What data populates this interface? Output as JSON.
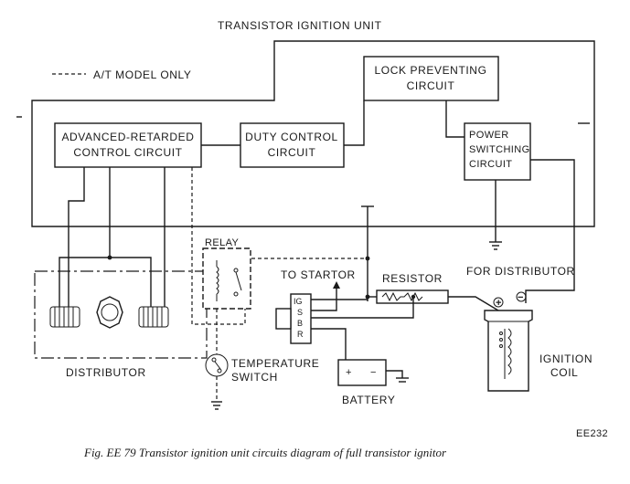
{
  "diagram": {
    "unit_title": "TRANSISTOR IGNITION UNIT",
    "legend_text": "A/T MODEL ONLY",
    "blocks": {
      "lock_preventing": [
        "LOCK PREVENTING",
        "CIRCUIT"
      ],
      "advanced_retarded": [
        "ADVANCED-RETARDED",
        "CONTROL CIRCUIT"
      ],
      "duty_control": [
        "DUTY CONTROL",
        "CIRCUIT"
      ],
      "power_switching": [
        "POWER",
        "SWITCHING",
        "CIRCUIT"
      ]
    },
    "labels": {
      "relay": "RELAY",
      "to_startor": "TO STARTOR",
      "resistor": "RESISTOR",
      "for_distributor": "FOR DISTRIBUTOR",
      "distributor": "DISTRIBUTOR",
      "temperature_switch": [
        "TEMPERATURE",
        "SWITCH"
      ],
      "battery": "BATTERY",
      "ignition_coil": [
        "IGNITION",
        "COIL"
      ],
      "switch_terminals": [
        "IG",
        "S",
        "B",
        "R"
      ],
      "coil_plus": "+",
      "coil_minus": "−",
      "battery_plus": "+",
      "battery_minus": "−"
    },
    "figure_code": "EE232",
    "caption": "Fig. EE 79  Transistor ignition unit circuits diagram of full transistor ignitor"
  }
}
